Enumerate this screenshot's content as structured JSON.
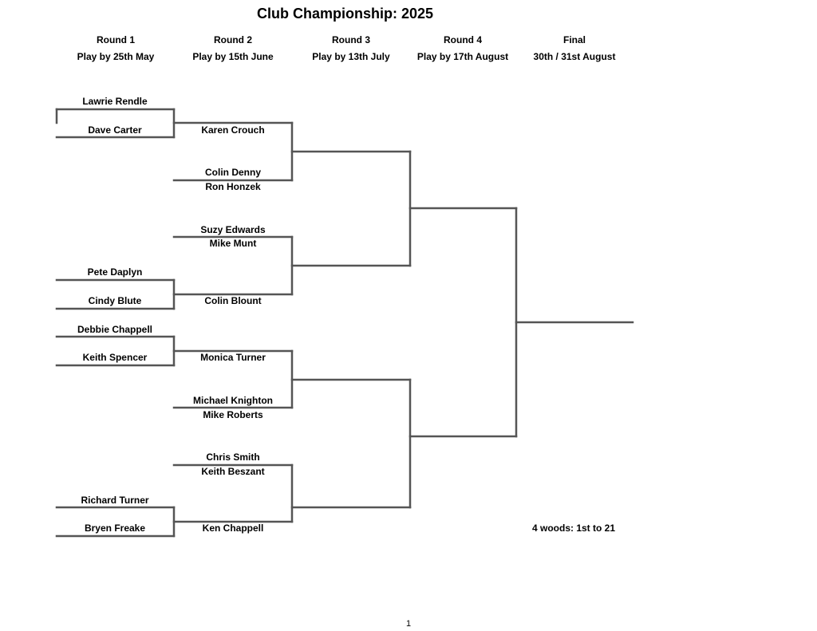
{
  "title": "Club Championship: 2025",
  "rounds": [
    {
      "name": "Round 1",
      "deadline": "Play by 25th May"
    },
    {
      "name": "Round 2",
      "deadline": "Play by 15th June"
    },
    {
      "name": "Round 3",
      "deadline": "Play by 13th July"
    },
    {
      "name": "Round 4",
      "deadline": "Play by 17th August"
    },
    {
      "name": "Final",
      "deadline": "30th / 31st August"
    }
  ],
  "round1_players": [
    "Lawrie Rendle",
    "Dave Carter",
    "Pete Daplyn",
    "Cindy Blute",
    "Debbie Chappell",
    "Keith Spencer",
    "Richard Turner",
    "Bryen Freake"
  ],
  "round2_players": [
    "Karen Crouch",
    "Colin Denny",
    "Ron Honzek",
    "Suzy Edwards",
    "Mike Munt",
    "Colin Blount",
    "Monica Turner",
    "Michael Knighton",
    "Mike Roberts",
    "Chris Smith",
    "Keith Beszant",
    "Ken Chappell"
  ],
  "final_note": "4 woods: 1st to 21",
  "page_number": "1"
}
